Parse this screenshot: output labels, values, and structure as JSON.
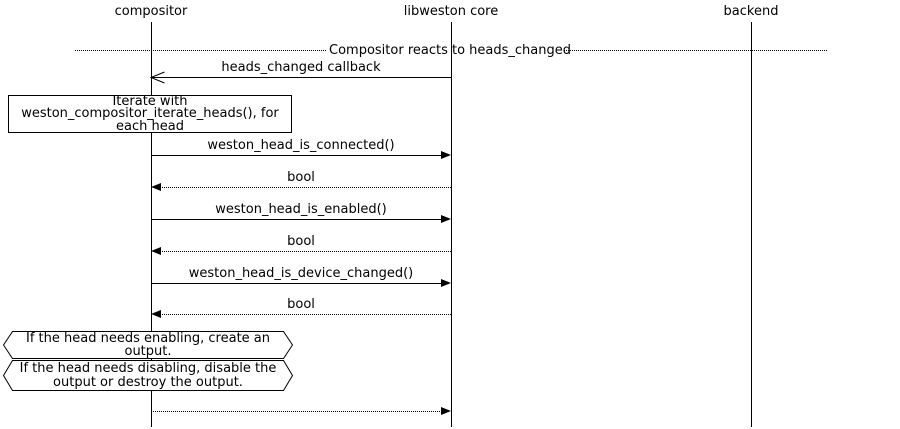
{
  "background_color": "#ffffff",
  "line_color": "#000000",
  "diagram": {
    "type": "uml-sequence-diagram",
    "actors": [
      {
        "name": "compositor"
      },
      {
        "name": "libweston core"
      },
      {
        "name": "backend"
      }
    ],
    "divider": {
      "label": "Compositor reacts to heads_changed"
    },
    "messages": [
      {
        "label": "heads_changed callback",
        "from": "libweston core",
        "to": "compositor",
        "line": "solid",
        "arrowhead": "open"
      },
      {
        "label": "weston_head_is_connected()",
        "from": "compositor",
        "to": "libweston core",
        "line": "solid",
        "arrowhead": "filled"
      },
      {
        "label": "bool",
        "from": "libweston core",
        "to": "compositor",
        "line": "dotted",
        "arrowhead": "filled"
      },
      {
        "label": "weston_head_is_enabled()",
        "from": "compositor",
        "to": "libweston core",
        "line": "solid",
        "arrowhead": "filled"
      },
      {
        "label": "bool",
        "from": "libweston core",
        "to": "compositor",
        "line": "dotted",
        "arrowhead": "filled"
      },
      {
        "label": "weston_head_is_device_changed()",
        "from": "compositor",
        "to": "libweston core",
        "line": "solid",
        "arrowhead": "filled"
      },
      {
        "label": "bool",
        "from": "libweston core",
        "to": "compositor",
        "line": "dotted",
        "arrowhead": "filled"
      },
      {
        "label": "",
        "from": "compositor",
        "to": "libweston core",
        "line": "dotted",
        "arrowhead": "filled"
      }
    ],
    "note": {
      "text": "Iterate with\nweston_compositor_iterate_heads(), for\neach head"
    },
    "conditions": [
      {
        "text": "If the head needs enabling, create an\noutput."
      },
      {
        "text": "If the head needs disabling, disable the\noutput or destroy the output."
      }
    ]
  }
}
